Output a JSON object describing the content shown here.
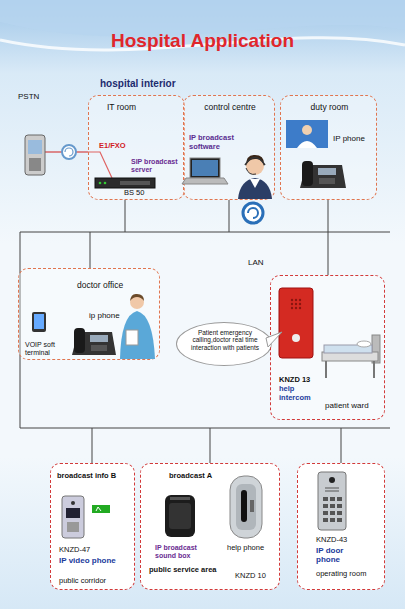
{
  "diagram": {
    "title": "Hospital Application",
    "nodes": [
      {
        "text": [
          "IT room",
          "E1/FXO",
          "SIP broadcast server",
          "BS 50"
        ]
      },
      {
        "text": [
          "control centre",
          "IP broadcast software"
        ]
      },
      {
        "text": [
          "duty room",
          "IP phone"
        ]
      },
      {
        "text": [
          "doctor office",
          "ip phone",
          "VOIP soft terminal"
        ]
      },
      {
        "text": [
          "Patient emergency calling,doctor real time interaction with patients"
        ]
      },
      {
        "text": [
          "KNZD 13",
          "help intercom",
          "patient ward"
        ]
      },
      {
        "text": [
          "broadcast info B",
          "KNZD-47",
          "IP video phone",
          "public corridor"
        ]
      },
      {
        "text": [
          "broadcast A",
          "IP broadcast sound box",
          "help phone",
          "public service area",
          "KNZD 10"
        ]
      },
      {
        "text": [
          "KNZD-43",
          "IP door phone",
          "operating room"
        ]
      }
    ],
    "labels": [
      "hospital interior",
      "PSTN",
      "LAN"
    ]
  }
}
